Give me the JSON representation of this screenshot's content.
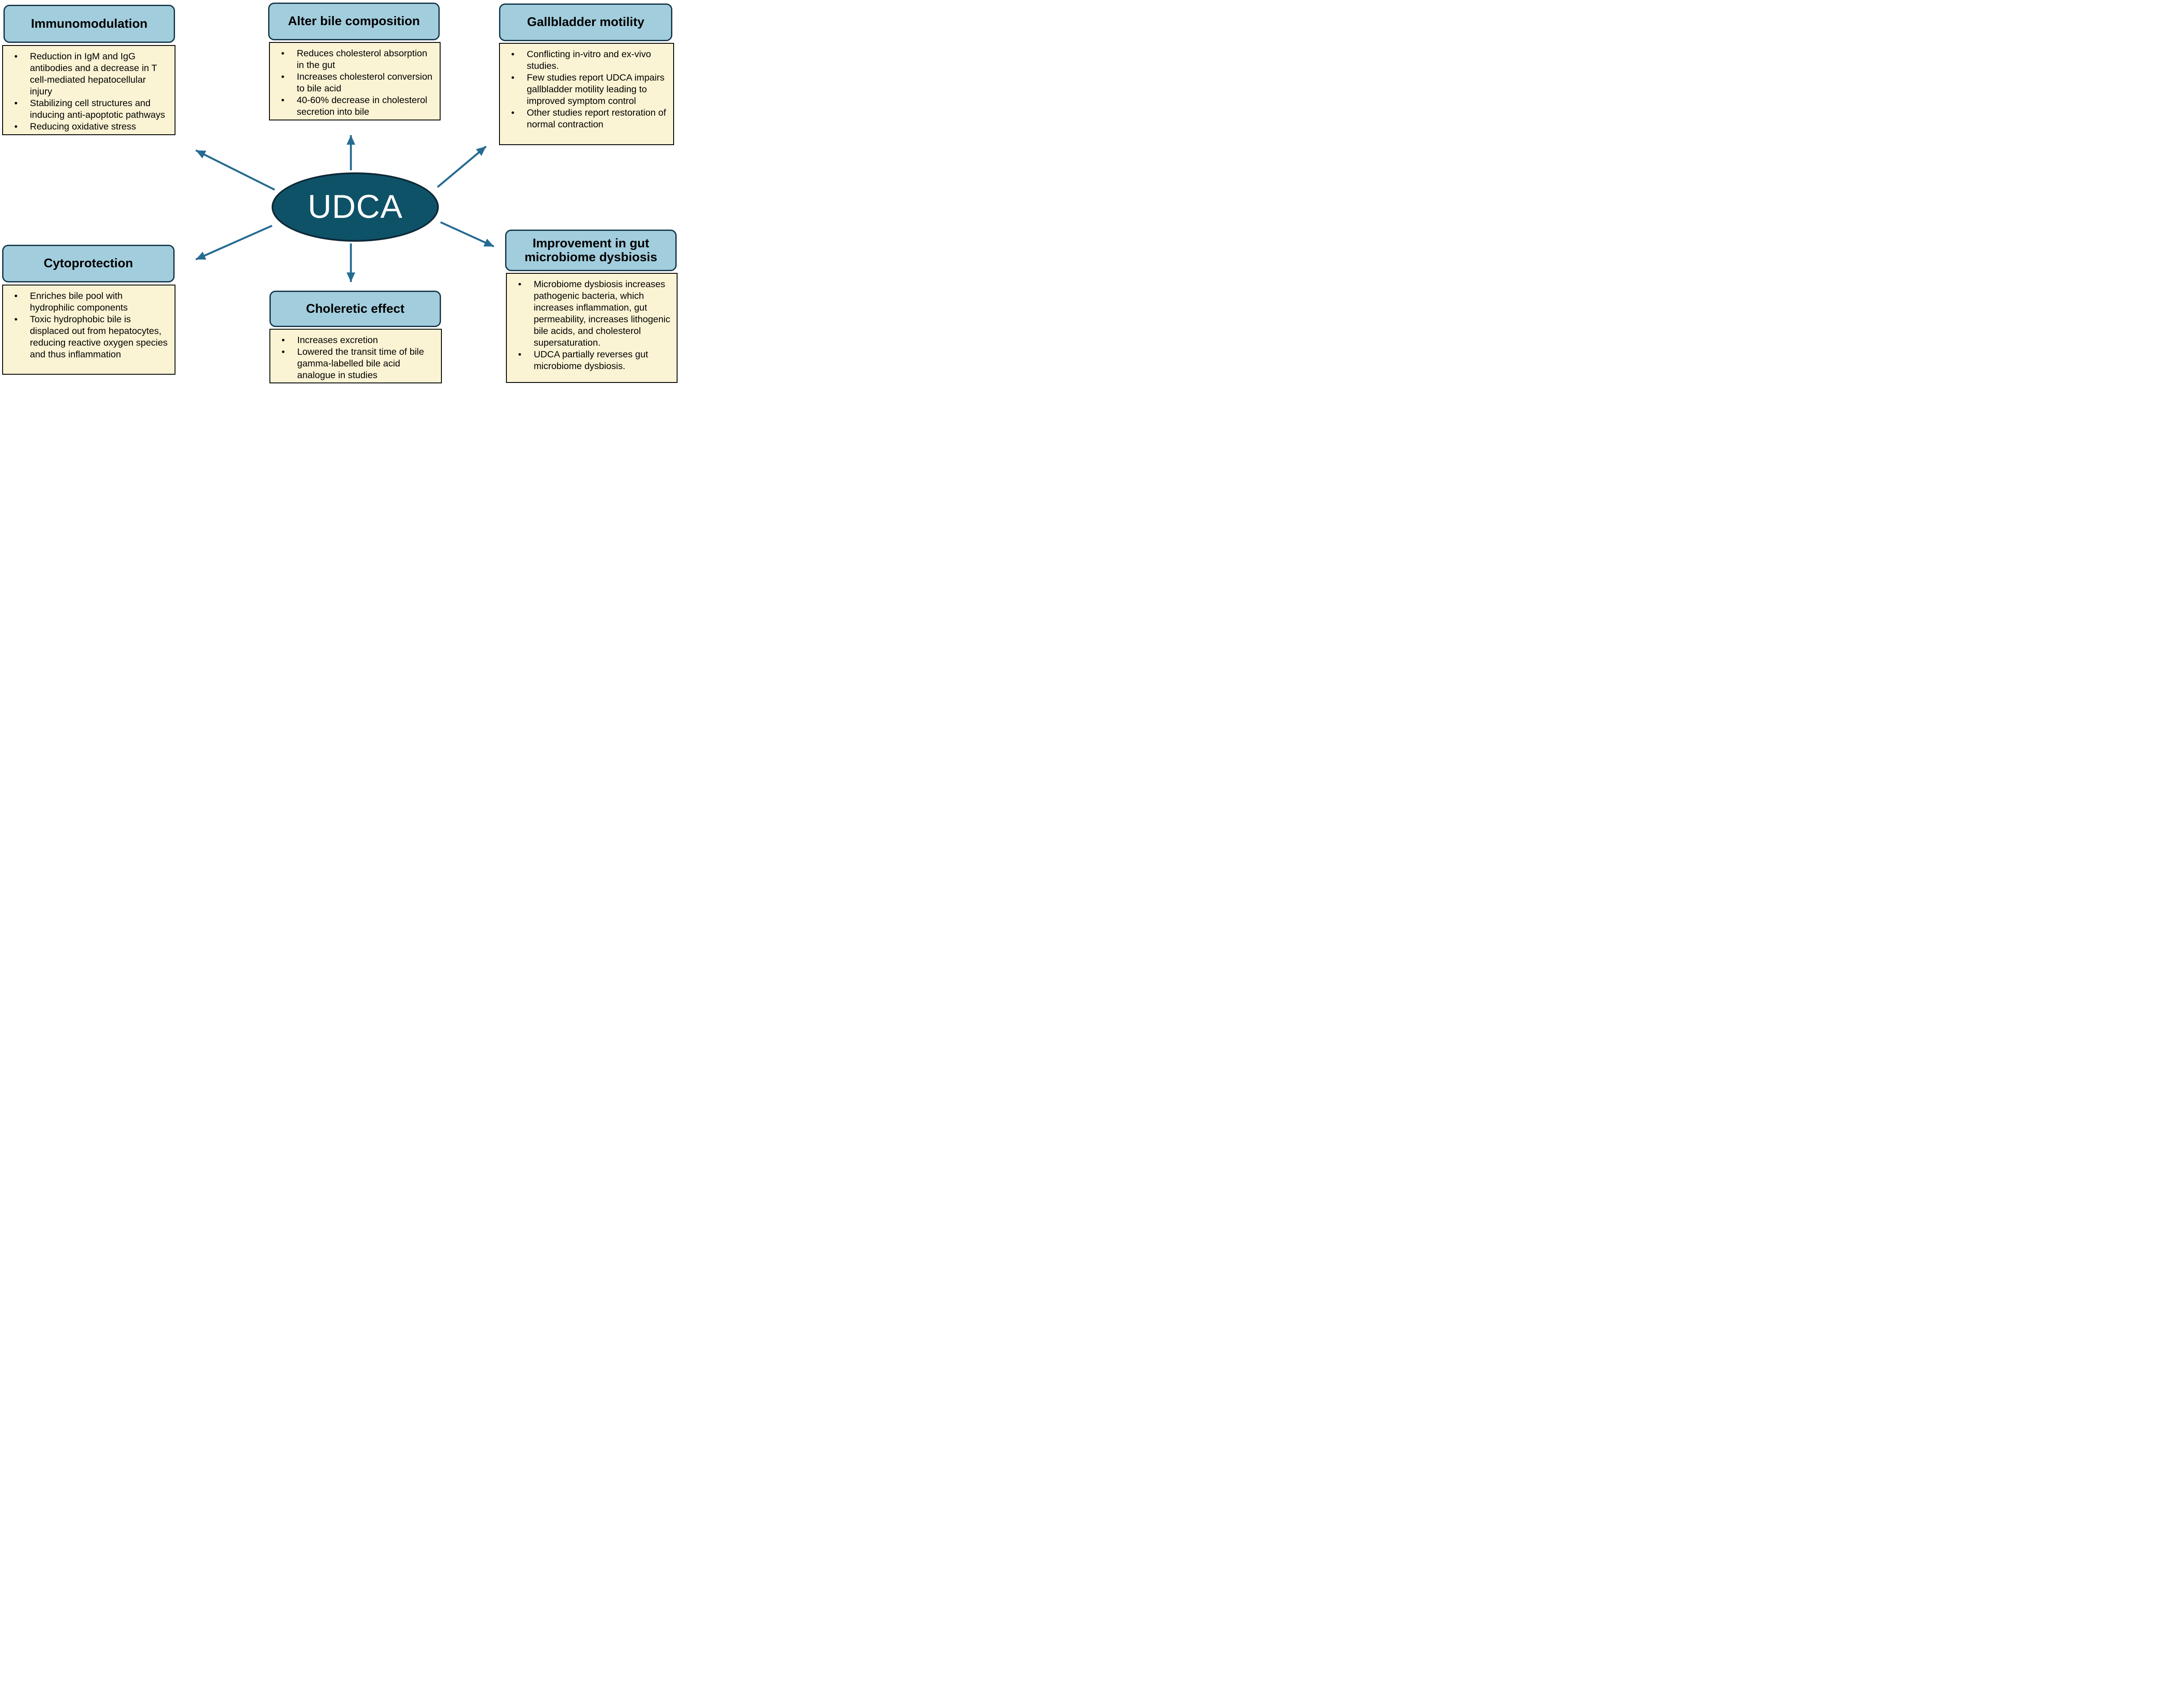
{
  "title": "UDCA mechanisms of action diagram",
  "center": {
    "label": "UDCA"
  },
  "ui": {
    "bullet": "•"
  },
  "colors": {
    "header_fill": "#a2cddd",
    "header_border": "#16384a",
    "body_fill": "#faf3d4",
    "body_border": "#000000",
    "ellipse_fill": "#0e5268",
    "ellipse_border": "#0d2836",
    "arrow": "#276b93",
    "text": "#000000",
    "center_label": "#ffffff"
  },
  "nodes": [
    {
      "id": "immunomodulation",
      "title": "Immunomodulation",
      "bullets": [
        "Reduction in IgM and IgG antibodies and a decrease in T cell-mediated hepatocellular injury",
        "Stabilizing cell structures and inducing anti-apoptotic pathways",
        "Reducing oxidative stress"
      ]
    },
    {
      "id": "alter-bile-composition",
      "title": "Alter bile composition",
      "bullets": [
        "Reduces cholesterol absorption in the gut",
        "Increases cholesterol conversion to bile acid",
        "40-60% decrease in cholesterol secretion into bile"
      ]
    },
    {
      "id": "gallbladder-motility",
      "title": "Gallbladder motility",
      "bullets": [
        "Conflicting in-vitro and ex-vivo studies.",
        "Few studies report UDCA impairs gallbladder motility leading to improved symptom control",
        "Other studies report restoration of normal contraction"
      ]
    },
    {
      "id": "cytoprotection",
      "title": "Cytoprotection",
      "bullets": [
        "Enriches bile pool with hydrophilic components",
        "Toxic hydrophobic bile is displaced out from hepatocytes, reducing reactive oxygen species and thus inflammation"
      ]
    },
    {
      "id": "choleretic-effect",
      "title": "Choleretic effect",
      "bullets": [
        "Increases excretion",
        "Lowered the transit time of bile gamma-labelled bile acid analogue in studies"
      ]
    },
    {
      "id": "gut-microbiome-dysbiosis",
      "title": "Improvement in gut microbiome dysbiosis",
      "bullets": [
        "Microbiome dysbiosis increases pathogenic bacteria, which increases inflammation, gut permeability, increases lithogenic bile acids, and cholesterol supersaturation.",
        "UDCA partially reverses gut microbiome dysbiosis."
      ]
    }
  ]
}
